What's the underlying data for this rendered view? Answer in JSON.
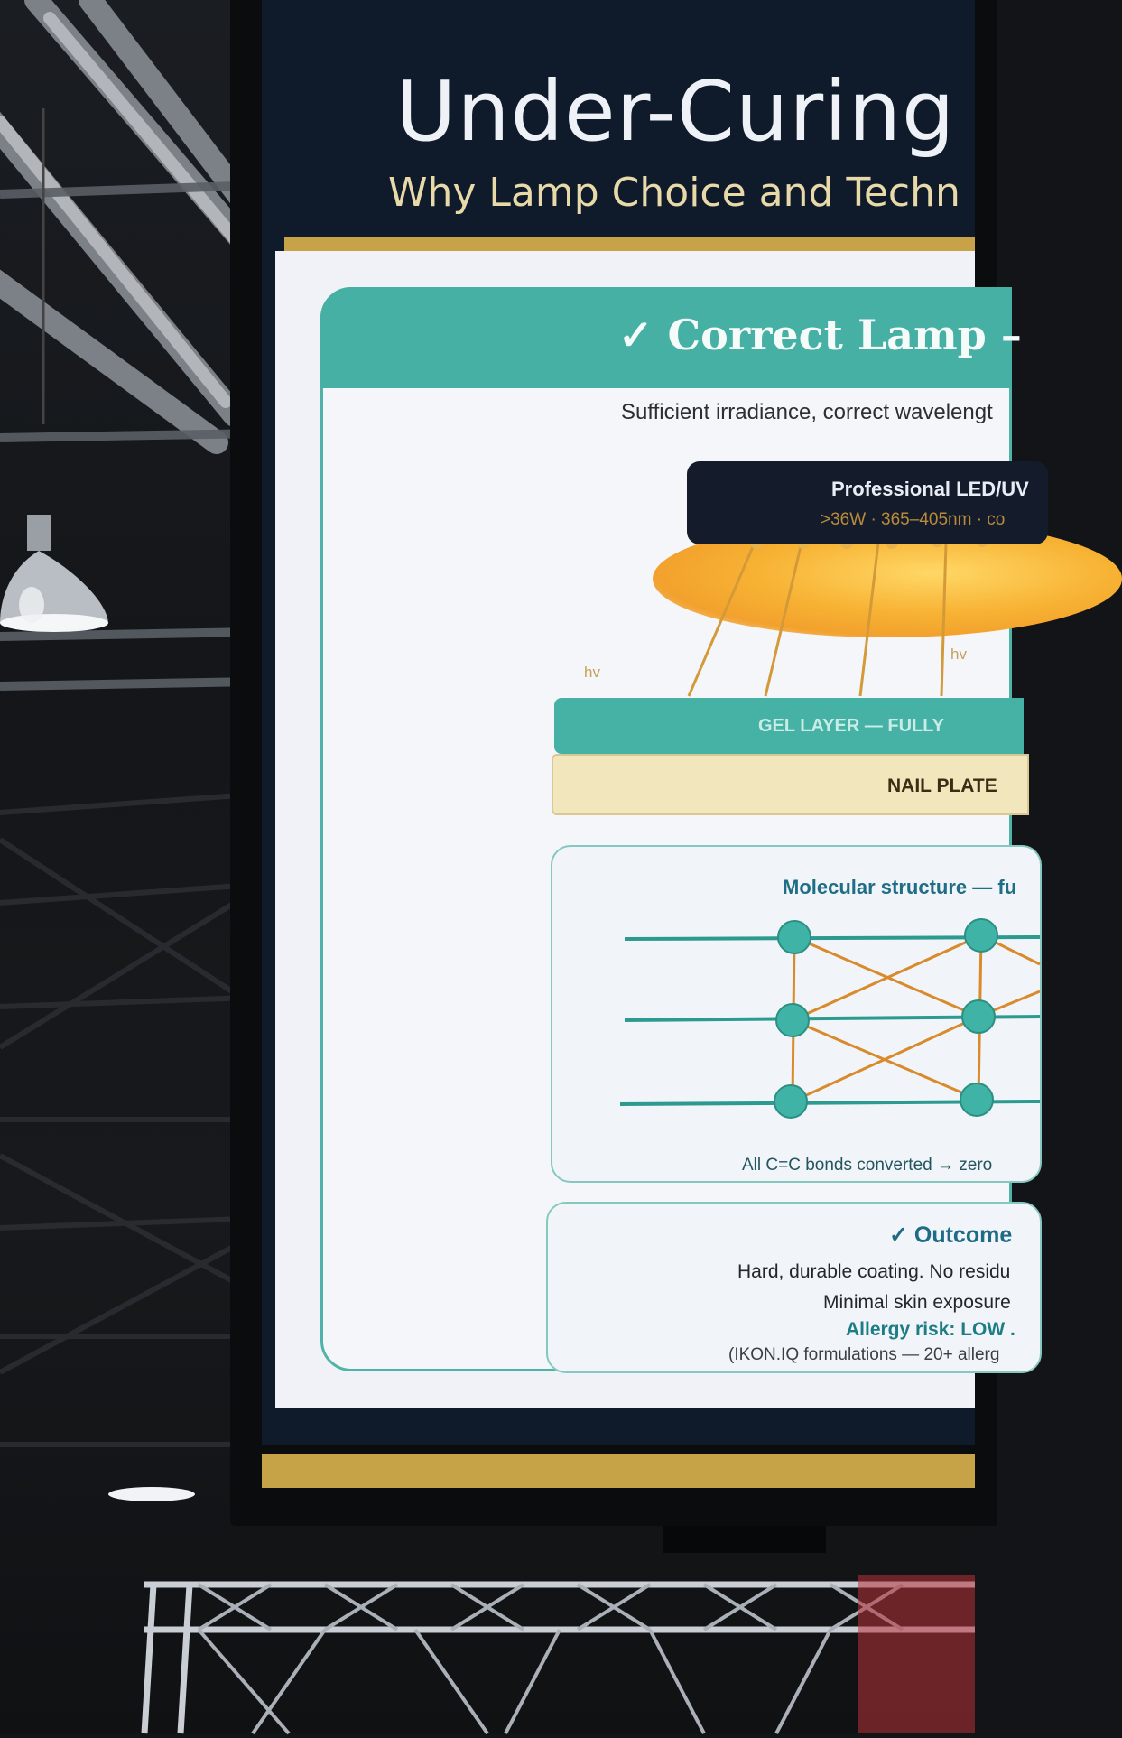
{
  "scene": "Photo of a display screen at a trade show showing a slide on nail gel curing",
  "slide": {
    "title": "Under-Curing",
    "subtitle": "Why Lamp Choice and Techn",
    "panel_title": "✓ Correct Lamp –",
    "panel_subtitle": "Sufficient irradiance, correct wavelengt",
    "lamp_label": "Professional LED/UV",
    "lamp_spec": ">36W · 365–405nm · co",
    "hv_left": "hv",
    "hv_right": "hv",
    "gel_label": "GEL LAYER — FULLY",
    "nail_label": "NAIL PLATE",
    "molecular_title": "Molecular structure — fu",
    "molecular_note": "All C=C bonds converted → zero",
    "outcome_title": "✓ Outcome",
    "outcome_line1": "Hard, durable coating. No residu",
    "outcome_line2": "Minimal skin exposure",
    "outcome_line3": "Allergy risk: LOW .",
    "outcome_line4": "(IKON.IQ formulations — 20+ allerg"
  },
  "colors": {
    "teal": "#45b0a3",
    "gold": "#c8a247",
    "navy": "#0f1a2a",
    "orange_bond": "#d98a2b"
  }
}
